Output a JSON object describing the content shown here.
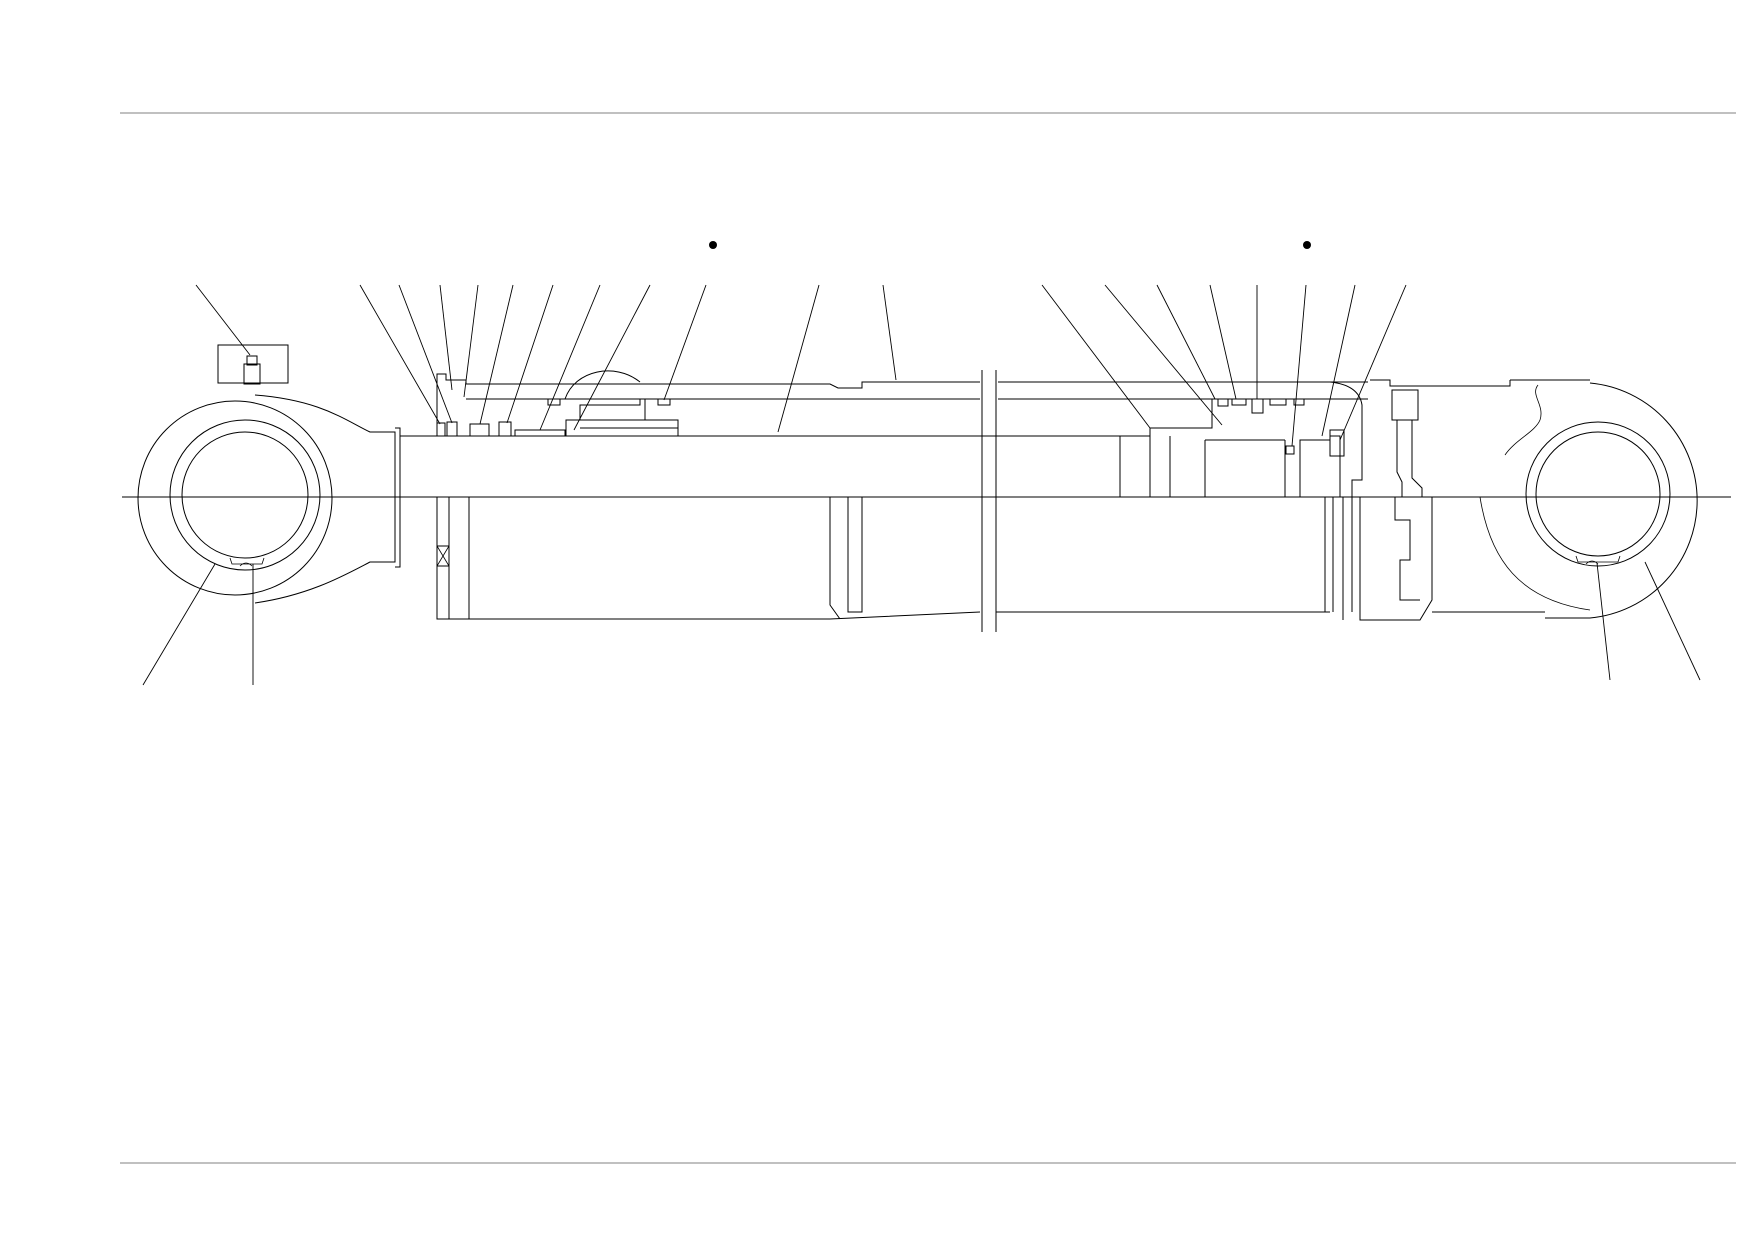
{
  "drawing": {
    "kind": "technical-cross-section",
    "subject": "hydraulic-cylinder",
    "line_color": "#000000",
    "frame_line_color": "#808080",
    "background_color": "#ffffff",
    "marker_count": 2,
    "leader_count": 23
  }
}
